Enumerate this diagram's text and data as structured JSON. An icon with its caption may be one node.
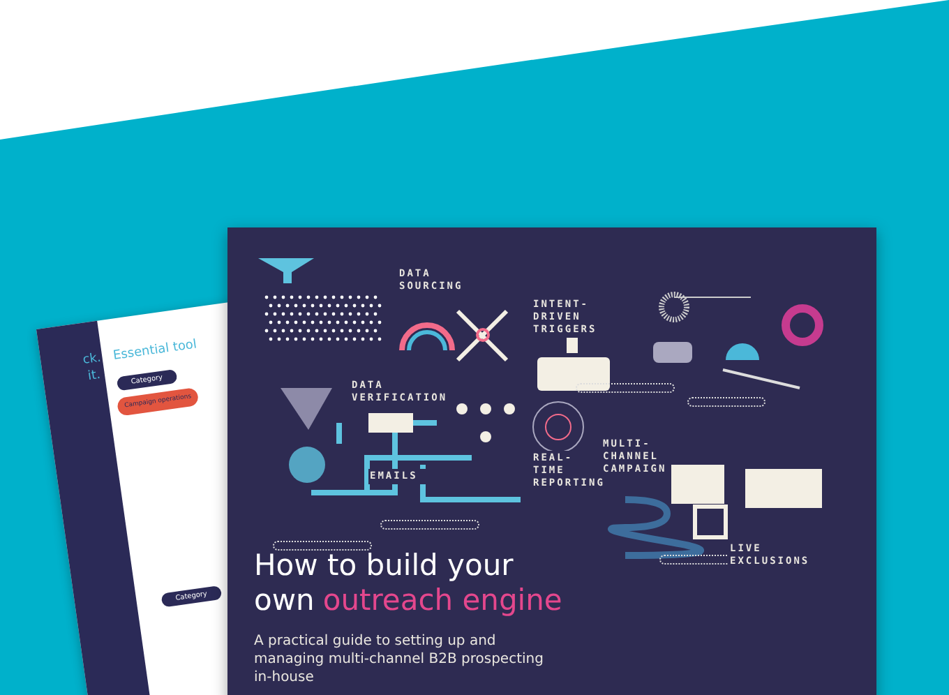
{
  "diagram": {
    "title": "How to build your",
    "caption": "A practical guide to setting up and managing multi-channel B2B prospecting in-house",
    "labels": [
      "own",
      "outreach engine",
      "DATA SOURCING",
      "INTENT-DRIVEN TRIGGERS",
      "DATA VERIFICATION",
      "EMAILS",
      "REAL-TIME REPORTING",
      "MULTI-CHANNEL CAMPAIGN",
      "LIVE EXCLUSIONS",
      "Essential tool",
      "Category",
      "Campaign operations",
      "Category",
      "ck.",
      "it."
    ]
  }
}
